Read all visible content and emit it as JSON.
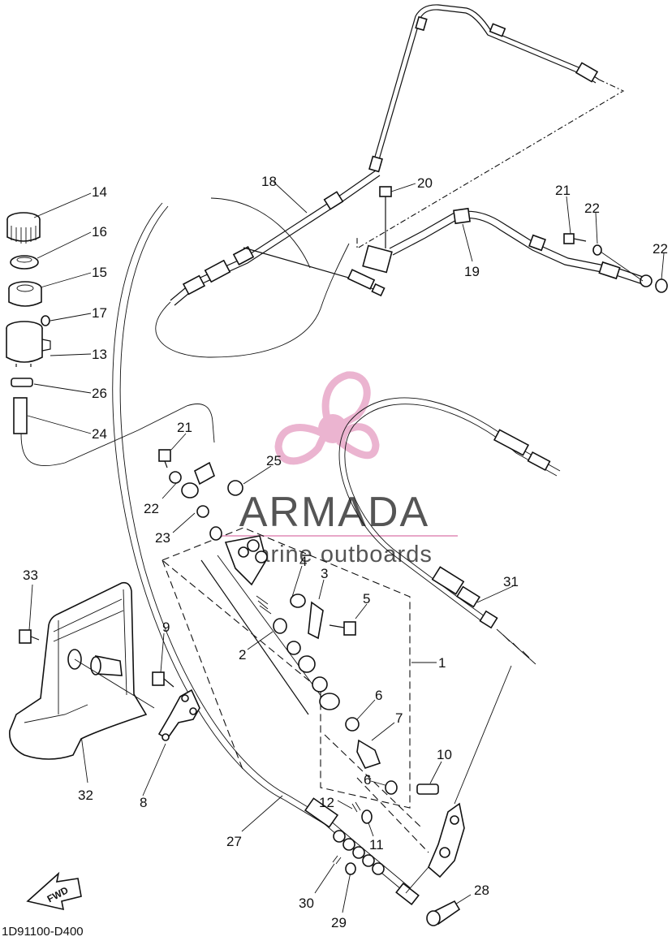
{
  "diagram": {
    "drawing_code": "1D91100-D400",
    "direction_label": "FWD",
    "watermark": {
      "brand": "ARMADA",
      "tagline": "marine outboards",
      "accent": "#e8a8c8",
      "text_color": "#555555"
    },
    "callouts": [
      {
        "id": "c1",
        "label": "1"
      },
      {
        "id": "c2",
        "label": "2"
      },
      {
        "id": "c3",
        "label": "3"
      },
      {
        "id": "c4",
        "label": "4"
      },
      {
        "id": "c5",
        "label": "5"
      },
      {
        "id": "c6a",
        "label": "6"
      },
      {
        "id": "c6b",
        "label": "6"
      },
      {
        "id": "c7",
        "label": "7"
      },
      {
        "id": "c8",
        "label": "8"
      },
      {
        "id": "c9",
        "label": "9"
      },
      {
        "id": "c10",
        "label": "10"
      },
      {
        "id": "c11",
        "label": "11"
      },
      {
        "id": "c12",
        "label": "12"
      },
      {
        "id": "c13",
        "label": "13"
      },
      {
        "id": "c14",
        "label": "14"
      },
      {
        "id": "c15",
        "label": "15"
      },
      {
        "id": "c16",
        "label": "16"
      },
      {
        "id": "c17",
        "label": "17"
      },
      {
        "id": "c18",
        "label": "18"
      },
      {
        "id": "c19",
        "label": "19"
      },
      {
        "id": "c20",
        "label": "20"
      },
      {
        "id": "c21a",
        "label": "21"
      },
      {
        "id": "c21b",
        "label": "21"
      },
      {
        "id": "c22a",
        "label": "22"
      },
      {
        "id": "c22b",
        "label": "22"
      },
      {
        "id": "c22c",
        "label": "22"
      },
      {
        "id": "c23",
        "label": "23"
      },
      {
        "id": "c24",
        "label": "24"
      },
      {
        "id": "c25",
        "label": "25"
      },
      {
        "id": "c26",
        "label": "26"
      },
      {
        "id": "c27",
        "label": "27"
      },
      {
        "id": "c28",
        "label": "28"
      },
      {
        "id": "c29",
        "label": "29"
      },
      {
        "id": "c30",
        "label": "30"
      },
      {
        "id": "c31",
        "label": "31"
      },
      {
        "id": "c32",
        "label": "32"
      },
      {
        "id": "c33",
        "label": "33"
      }
    ]
  }
}
